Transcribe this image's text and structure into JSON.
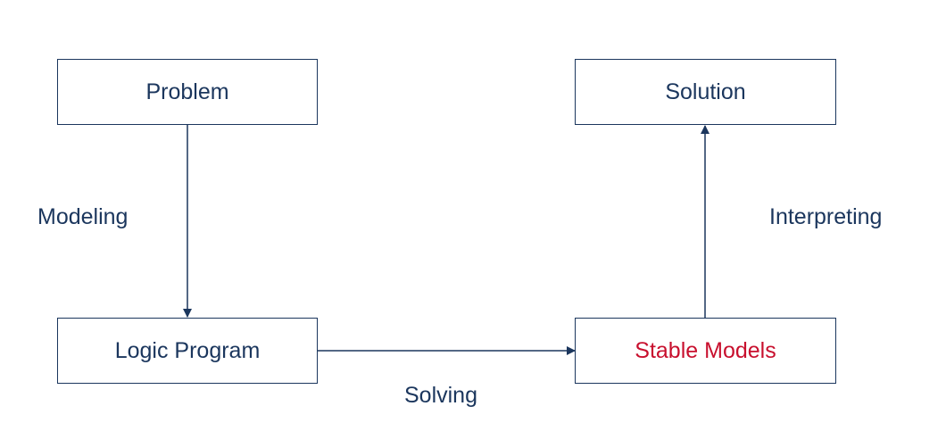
{
  "nodes": {
    "problem": "Problem",
    "solution": "Solution",
    "logic_program": "Logic Program",
    "stable_models": "Stable Models"
  },
  "edges": {
    "modeling": "Modeling",
    "solving": "Solving",
    "interpreting": "Interpreting"
  },
  "colors": {
    "primary": "#1b365d",
    "highlight": "#c8102e"
  }
}
